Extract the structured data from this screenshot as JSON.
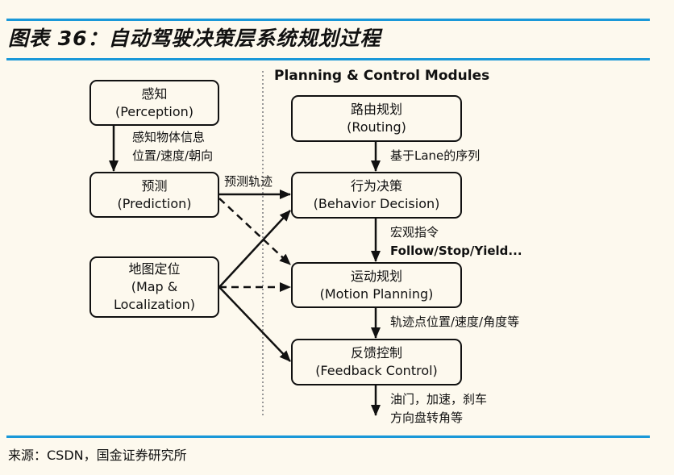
{
  "title": "图表 36：自动驾驶决策层系统规划过程",
  "section_heading": "Planning & Control Modules",
  "boxes": {
    "perception": {
      "cn": "感知",
      "en": "(Perception)"
    },
    "prediction": {
      "cn": "预测",
      "en": "(Prediction)"
    },
    "map": {
      "cn": "地图定位",
      "en1": "(Map &",
      "en2": "Localization)"
    },
    "routing": {
      "cn": "路由规划",
      "en": "(Routing)"
    },
    "behavior": {
      "cn": "行为决策",
      "en": "(Behavior Decision)"
    },
    "motion": {
      "cn": "运动规划",
      "en": "(Motion Planning)"
    },
    "feedback": {
      "cn": "反馈控制",
      "en": "(Feedback Control)"
    }
  },
  "edge_labels": {
    "perception_to_prediction": [
      "感知物体信息",
      "位置/速度/朝向"
    ],
    "prediction_to_behavior": "预测轨迹",
    "routing_to_behavior": "基于Lane的序列",
    "behavior_to_motion": [
      "宏观指令",
      "Follow/Stop/Yield..."
    ],
    "motion_to_feedback": "轨迹点位置/速度/角度等",
    "feedback_output": [
      "油门，加速，刹车",
      "方向盘转角等"
    ]
  },
  "source": "来源：CSDN，国金证券研究所",
  "colors": {
    "accent_line": "#1a98d8",
    "background": "#fdf9ee"
  }
}
